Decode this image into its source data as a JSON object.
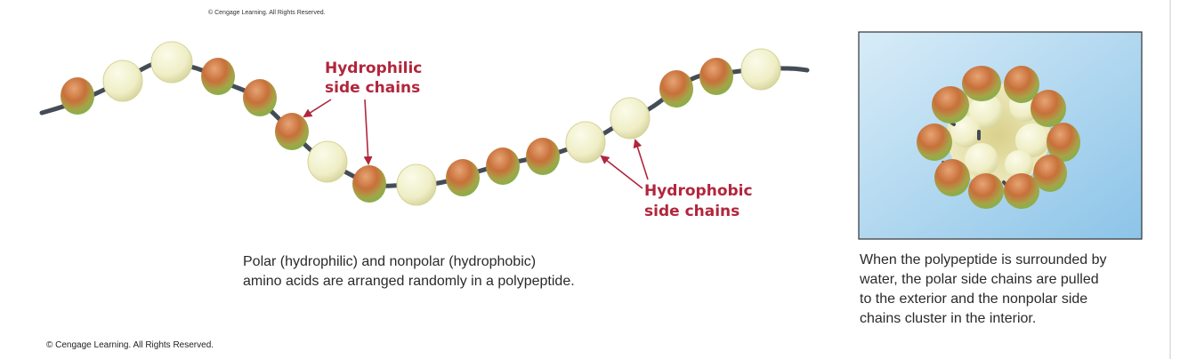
{
  "copyright_top": "© Cengage Learning. All Rights Reserved.",
  "copyright_bottom": "© Cengage Learning. All Rights Reserved.",
  "labels": {
    "hydrophilic_line1": "Hydrophilic",
    "hydrophilic_line2": "side chains",
    "hydrophobic_line1": "Hydrophobic",
    "hydrophobic_line2": "side chains"
  },
  "caption_left": {
    "line1": "Polar (hydrophilic) and nonpolar (hydrophobic)",
    "line2": "amino acids are arranged randomly in a polypeptide."
  },
  "caption_right": {
    "line1": "When the polypeptide is surrounded by",
    "line2": "water, the polar side chains are pulled",
    "line3": "to the exterior and the nonpolar side",
    "line4": "chains cluster in the interior."
  },
  "colors": {
    "label_red": "#b1263c",
    "polar_orange": "#c8703a",
    "polar_green": "#7fb24a",
    "nonpolar_cream": "#efeec6",
    "backbone": "#444c56",
    "water": "#a9d3ee"
  }
}
